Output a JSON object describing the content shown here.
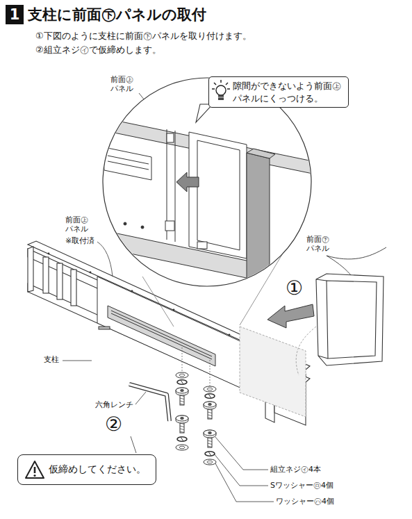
{
  "diagram": {
    "title": "支柱に前面㊦パネルの取付",
    "nodes": [
      {
        "text": [
          "1"
        ]
      },
      {
        "text": [
          "隙間ができないよう前面㊤ パネルにくっつける。"
        ]
      },
      {
        "text": [
          "仮締めしてください。"
        ]
      }
    ],
    "labels": [
      "①下図のように支柱に前面㊦パネルを取り付けます。",
      "②組立ネジ㋑で仮締めします。",
      "前面㊤ パネル",
      "前面㊤ パネル",
      "※取付済",
      "前面㊦ パネル",
      "①",
      "支柱",
      "六角レンチ",
      "②",
      "組立ネジ㋑4本",
      "Sワッシャー㋺4個",
      "ワッシャー㋩4個"
    ]
  }
}
